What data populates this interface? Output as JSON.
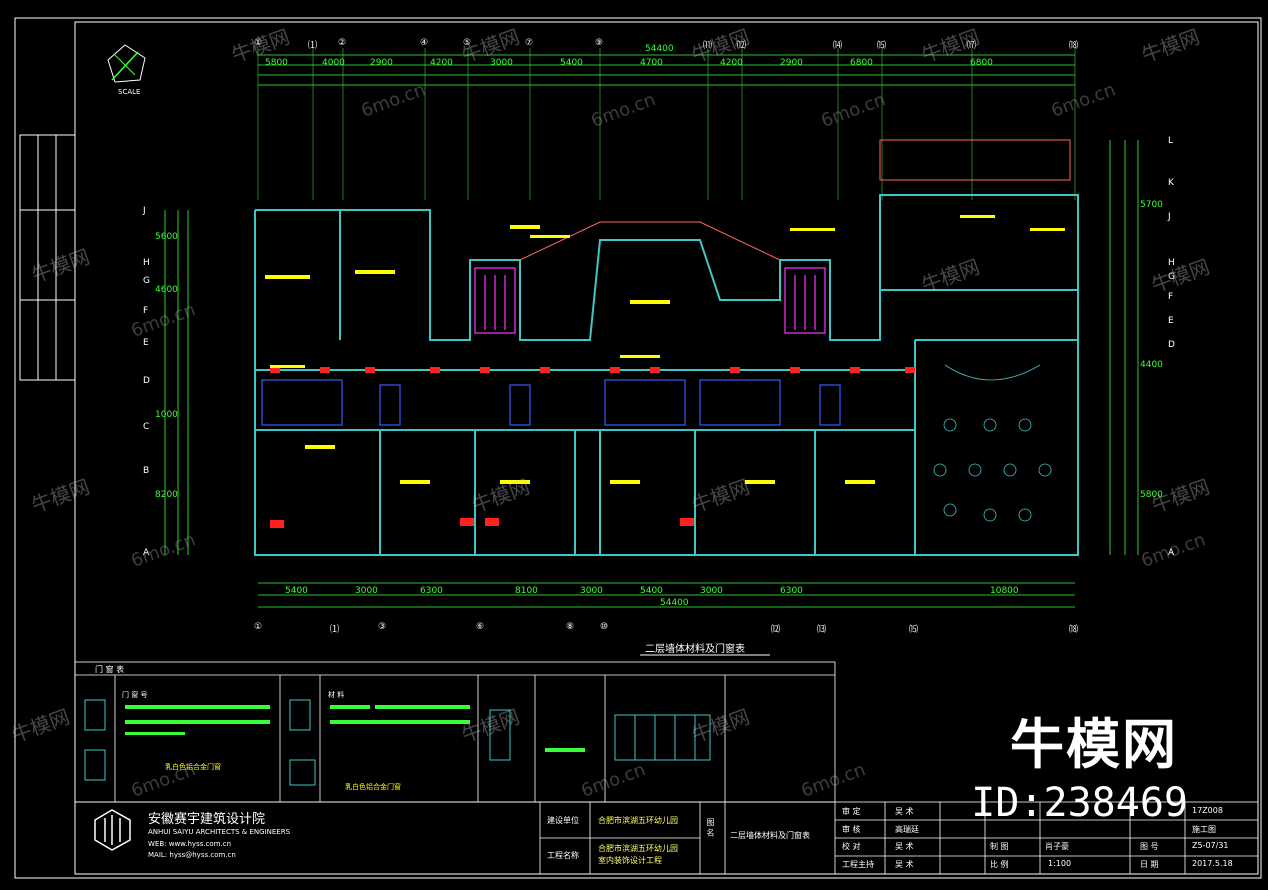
{
  "drawing": {
    "title": "二层墙体材料及门窗表",
    "total_width_top": "54400",
    "total_width_bottom": "54400",
    "axis_top": [
      "①",
      "⑴",
      "②",
      "④",
      "⑤",
      "⑦",
      "⑨",
      "⑾",
      "⑿",
      "⒁",
      "⒂",
      "⒄",
      "⒅"
    ],
    "axis_bottom": [
      "①",
      "⑴",
      "③",
      "⑥",
      "⑧",
      "⑩",
      "⑿",
      "⒀",
      "⒂",
      "⒅"
    ],
    "axis_left": [
      "J",
      "H",
      "G",
      "F",
      "E",
      "D",
      "C",
      "B",
      "A"
    ],
    "axis_right": [
      "L",
      "K",
      "J",
      "H",
      "G",
      "F",
      "E",
      "D",
      "A"
    ],
    "dims_top": [
      "5800",
      "4000",
      "2900",
      "4200",
      "3000",
      "5400",
      "4700",
      "4200",
      "2900",
      "6800",
      "6800"
    ],
    "dims_bottom": [
      "5400",
      "3000",
      "6300",
      "8100",
      "3000",
      "5400",
      "3000",
      "6300",
      "10800"
    ],
    "dims_left": [
      "5600",
      "4600",
      "1000",
      "8200"
    ],
    "dims_right": [
      "5700",
      "4400",
      "5800"
    ],
    "north_label": "SCALE"
  },
  "watermarks": [
    "牛模网",
    "6mo.cn"
  ],
  "brand": {
    "name": "牛模网",
    "id": "ID:238469"
  },
  "door_table": {
    "header": "门 窗 表",
    "col_1": "门 窗 号",
    "col_2": "材 料",
    "note_1": "乳白色铝合金门窗",
    "note_2": "乳白色铝合金门窗"
  },
  "title_block": {
    "company_cn": "安徽赛宇建筑设计院",
    "company_en": "ANHUI SAIYU ARCHITECTS & ENGINEERS",
    "web": "WEB: www.hyss.com.cn",
    "mail": "MAIL: hyss@hyss.com.cn",
    "client_label": "建设单位",
    "client_value": "合肥市滨湖五环幼儿园",
    "project_label": "工程名称",
    "project_value_1": "合肥市滨湖五环幼儿园",
    "project_value_2": "室内装饰设计工程",
    "drawing_label": "图 名",
    "drawing_value": "二层墙体材料及门窗表",
    "rows": [
      {
        "k": "审 定",
        "v": "吴 术"
      },
      {
        "k": "审 核",
        "v": "高瑞廷"
      },
      {
        "k": "校 对",
        "v": "吴 术"
      },
      {
        "k": "工程主持",
        "v": "吴 术"
      }
    ],
    "drafter_label": "制 图",
    "drafter_value": "肖子豪",
    "scale_label": "比 例",
    "scale_value": "1:100",
    "project_no": "17Z008",
    "stage": "施工图",
    "sheet_label": "图 号",
    "sheet_no": "Z5-07/31",
    "date_label": "日 期",
    "date_value": "2017.5.18"
  }
}
